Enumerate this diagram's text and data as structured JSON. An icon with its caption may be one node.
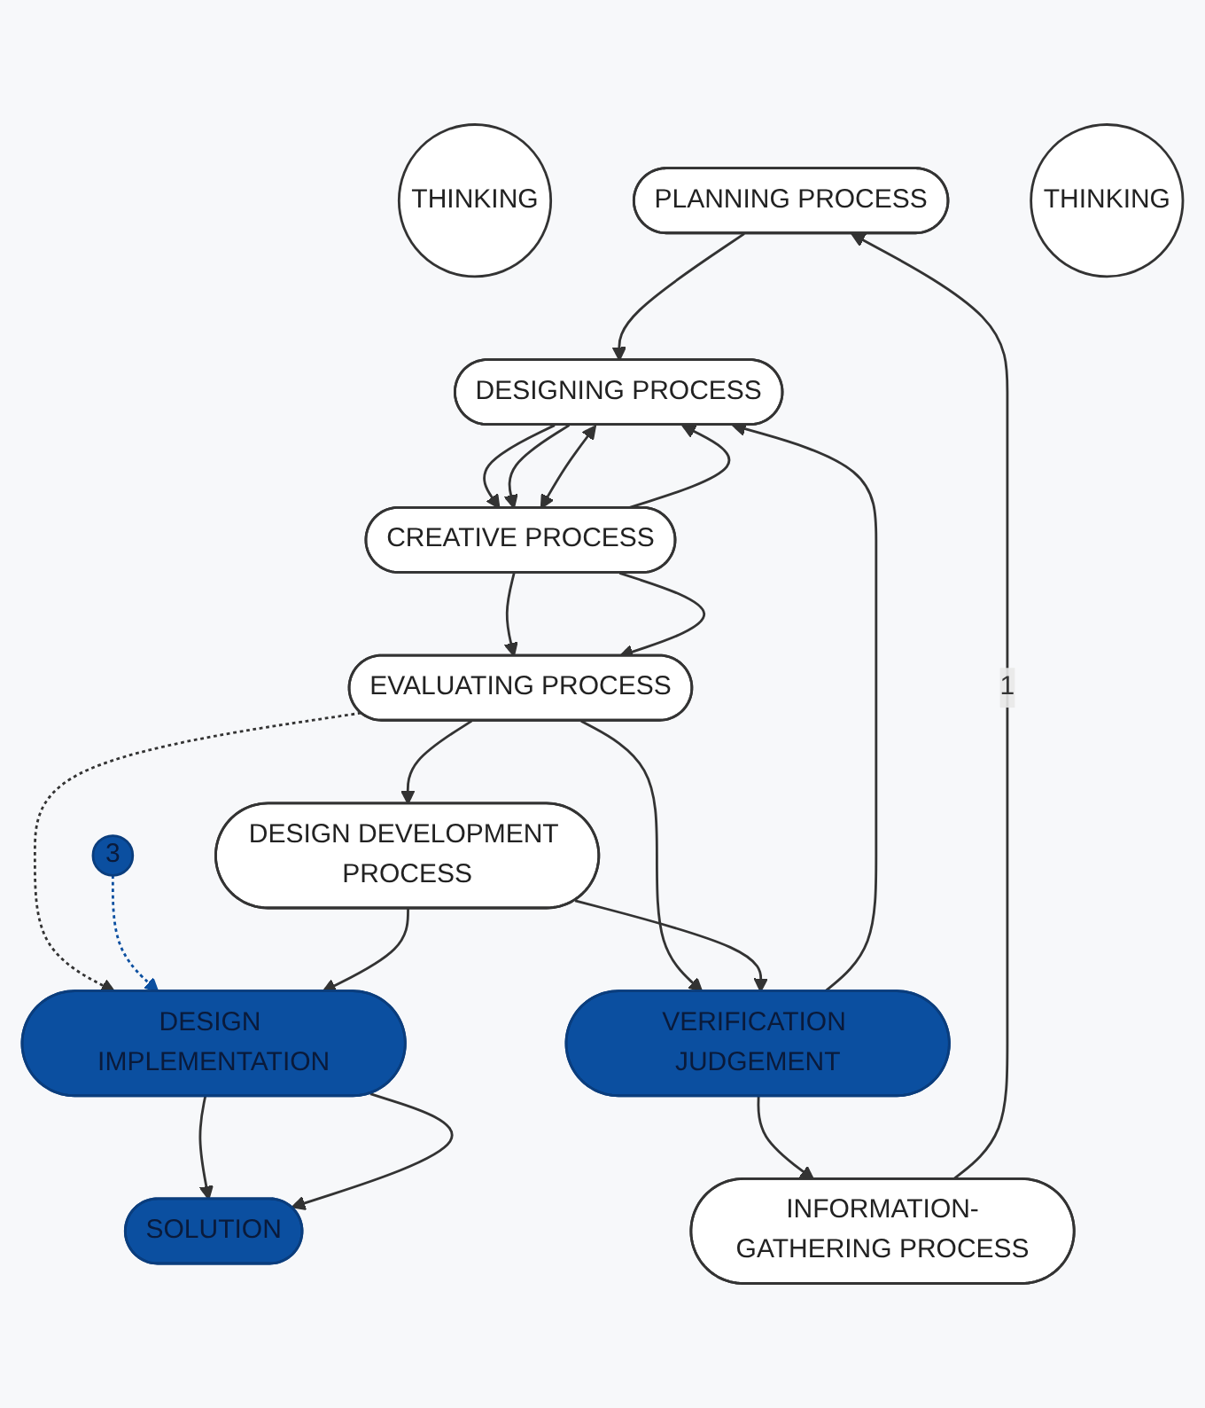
{
  "diagram": {
    "nodes": [
      {
        "text": [
          "THINKING"
        ]
      },
      {
        "text": [
          "PLANNING PROCESS"
        ]
      },
      {
        "text": [
          "THINKING"
        ]
      },
      {
        "text": [
          "DESIGNING PROCESS"
        ]
      },
      {
        "text": [
          "INFORMATION-GATHERING PROCESS"
        ]
      },
      {
        "text": [
          "3"
        ]
      },
      {
        "text": [
          "CREATIVE PROCESS"
        ]
      },
      {
        "text": [
          "VERIFICATION JUDGEMENT"
        ]
      },
      {
        "text": [
          "EVALUATING PROCESS"
        ]
      },
      {
        "text": [
          "DESIGN DEVELOPMENT PROCESS"
        ]
      },
      {
        "text": [
          "DESIGN IMPLEMENTATION"
        ]
      },
      {
        "text": [
          "SOLUTION"
        ]
      }
    ],
    "edges": [
      {
        "from": 1,
        "to": 3,
        "arrow": "to"
      },
      {
        "from": 4,
        "to": 1,
        "arrow": "to",
        "label": "1"
      },
      {
        "from": 7,
        "to": 3,
        "arrow": "to"
      },
      {
        "from": 3,
        "to": 6,
        "arrow": "to"
      },
      {
        "from": 3,
        "to": 6,
        "arrow": "to"
      },
      {
        "from": 3,
        "to": 6,
        "arrow": "both"
      },
      {
        "from": 6,
        "to": 3,
        "arrow": "to"
      },
      {
        "from": 6,
        "to": 8,
        "arrow": "to"
      },
      {
        "from": 6,
        "to": 8,
        "arrow": "to"
      },
      {
        "from": 8,
        "to": 7,
        "arrow": "to"
      },
      {
        "from": 8,
        "to": 9,
        "arrow": "to"
      },
      {
        "from": 8,
        "to": 10,
        "arrow": "to",
        "style": "dashed"
      },
      {
        "from": 5,
        "to": 10,
        "arrow": "to",
        "style": "dashed",
        "color": "#0b4fa0"
      },
      {
        "from": 9,
        "to": 7,
        "arrow": "to"
      },
      {
        "from": 7,
        "to": 4,
        "arrow": "to"
      },
      {
        "from": 9,
        "to": 10,
        "arrow": "to"
      },
      {
        "from": 10,
        "to": 11,
        "arrow": "to"
      },
      {
        "from": 10,
        "to": 11,
        "arrow": "to"
      }
    ]
  }
}
